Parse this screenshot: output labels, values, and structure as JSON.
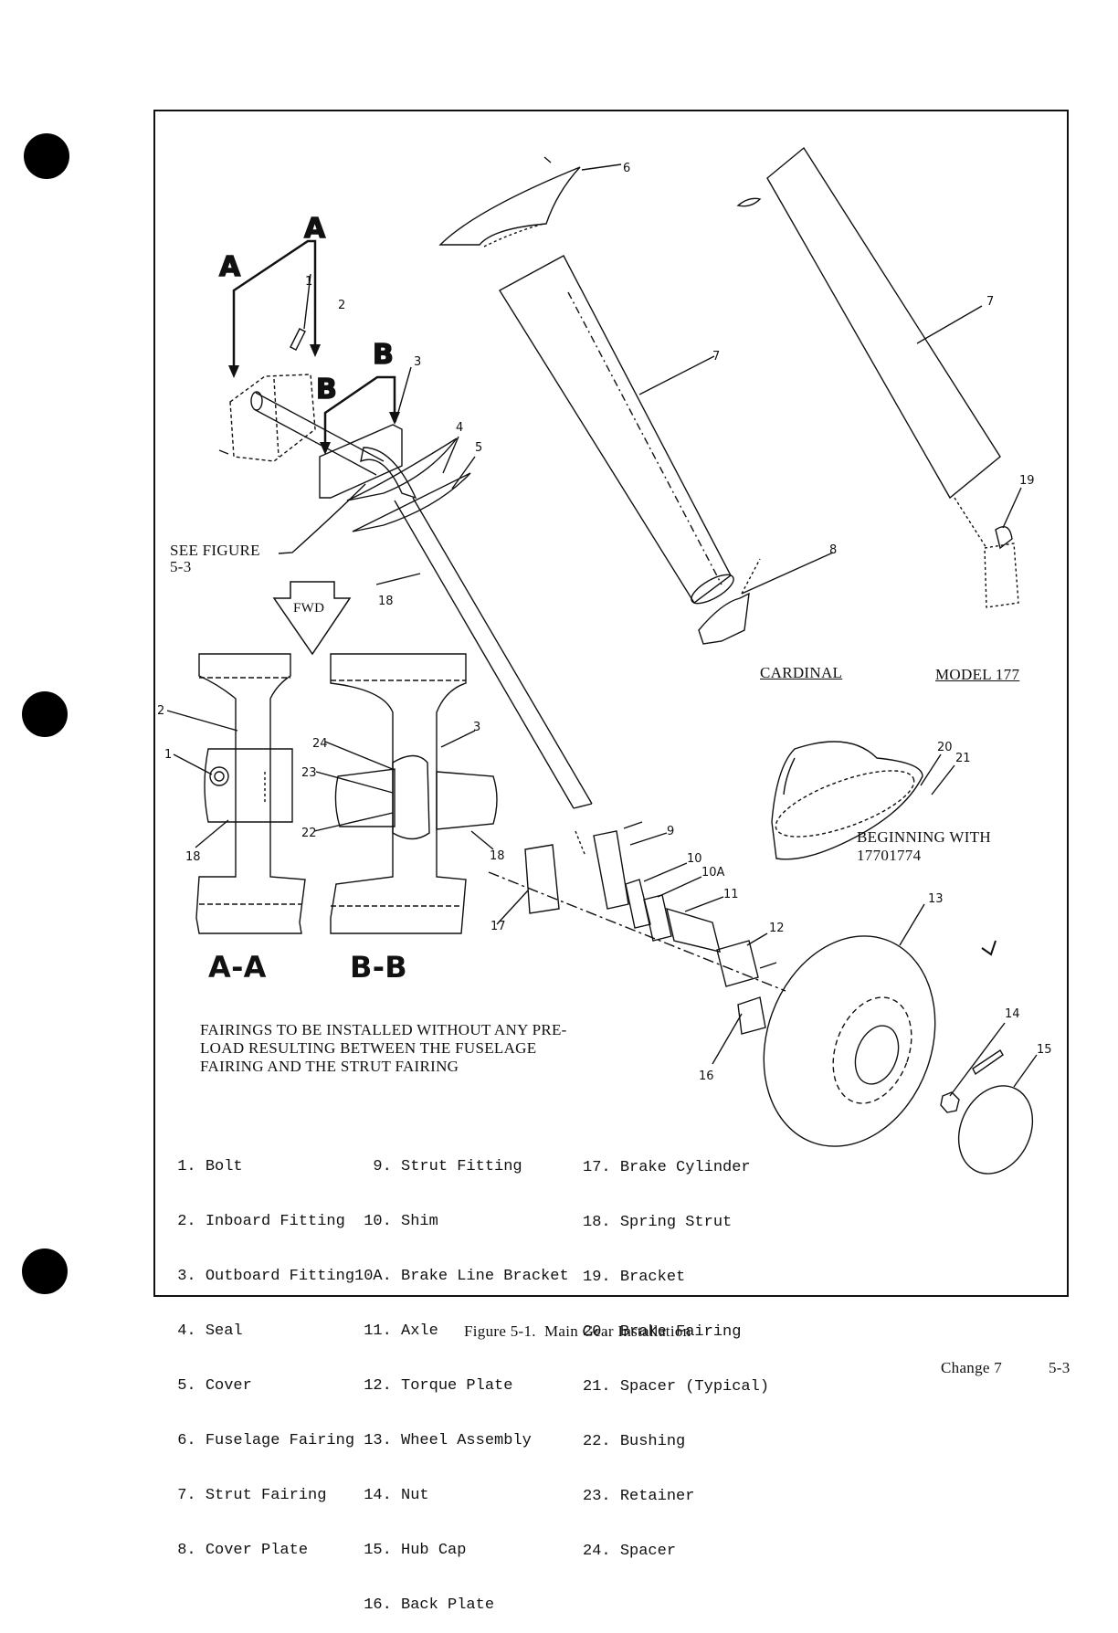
{
  "labels": {
    "see_figure": "SEE FIGURE",
    "see_figure_num": "5-3",
    "fwd": "FWD",
    "cardinal": "CARDINAL",
    "model": "MODEL 177",
    "beginning_with": "BEGINNING WITH",
    "serial": "17701774",
    "view_aa": "A-A",
    "view_bb": "B-B",
    "letter_a": "A",
    "letter_b": "B"
  },
  "callouts": [
    "1",
    "2",
    "3",
    "4",
    "5",
    "6",
    "7",
    "8",
    "9",
    "10",
    "10A",
    "11",
    "12",
    "13",
    "14",
    "15",
    "16",
    "17",
    "18",
    "19",
    "20",
    "21",
    "22",
    "23",
    "24"
  ],
  "note": [
    "FAIRINGS TO BE INSTALLED WITHOUT ANY PRE-",
    "LOAD RESULTING BETWEEN THE FUSELAGE",
    "FAIRING AND THE STRUT FAIRING"
  ],
  "parts_list": {
    "col1": [
      {
        "n": " 1.",
        "name": "Bolt"
      },
      {
        "n": " 2.",
        "name": "Inboard Fitting"
      },
      {
        "n": " 3.",
        "name": "Outboard Fitting"
      },
      {
        "n": " 4.",
        "name": "Seal"
      },
      {
        "n": " 5.",
        "name": "Cover"
      },
      {
        "n": " 6.",
        "name": "Fuselage Fairing"
      },
      {
        "n": " 7.",
        "name": "Strut Fairing"
      },
      {
        "n": " 8.",
        "name": "Cover Plate"
      }
    ],
    "col2": [
      {
        "n": "  9.",
        "name": "Strut Fitting"
      },
      {
        "n": " 10.",
        "name": "Shim"
      },
      {
        "n": "10A.",
        "name": "Brake Line Bracket"
      },
      {
        "n": " 11.",
        "name": "Axle"
      },
      {
        "n": " 12.",
        "name": "Torque Plate"
      },
      {
        "n": " 13.",
        "name": "Wheel Assembly"
      },
      {
        "n": " 14.",
        "name": "Nut"
      },
      {
        "n": " 15.",
        "name": "Hub Cap"
      },
      {
        "n": " 16.",
        "name": "Back Plate"
      }
    ],
    "col3": [
      {
        "n": "17.",
        "name": "Brake Cylinder"
      },
      {
        "n": "18.",
        "name": "Spring Strut"
      },
      {
        "n": "19.",
        "name": "Bracket"
      },
      {
        "n": "20.",
        "name": "Brake Fairing"
      },
      {
        "n": "21.",
        "name": "Spacer (Typical)"
      },
      {
        "n": "22.",
        "name": "Bushing"
      },
      {
        "n": "23.",
        "name": "Retainer"
      },
      {
        "n": "24.",
        "name": "Spacer"
      }
    ]
  },
  "caption": "Figure 5-1.  Main Gear Installation",
  "footer": {
    "change": "Change 7",
    "page": "5-3"
  }
}
